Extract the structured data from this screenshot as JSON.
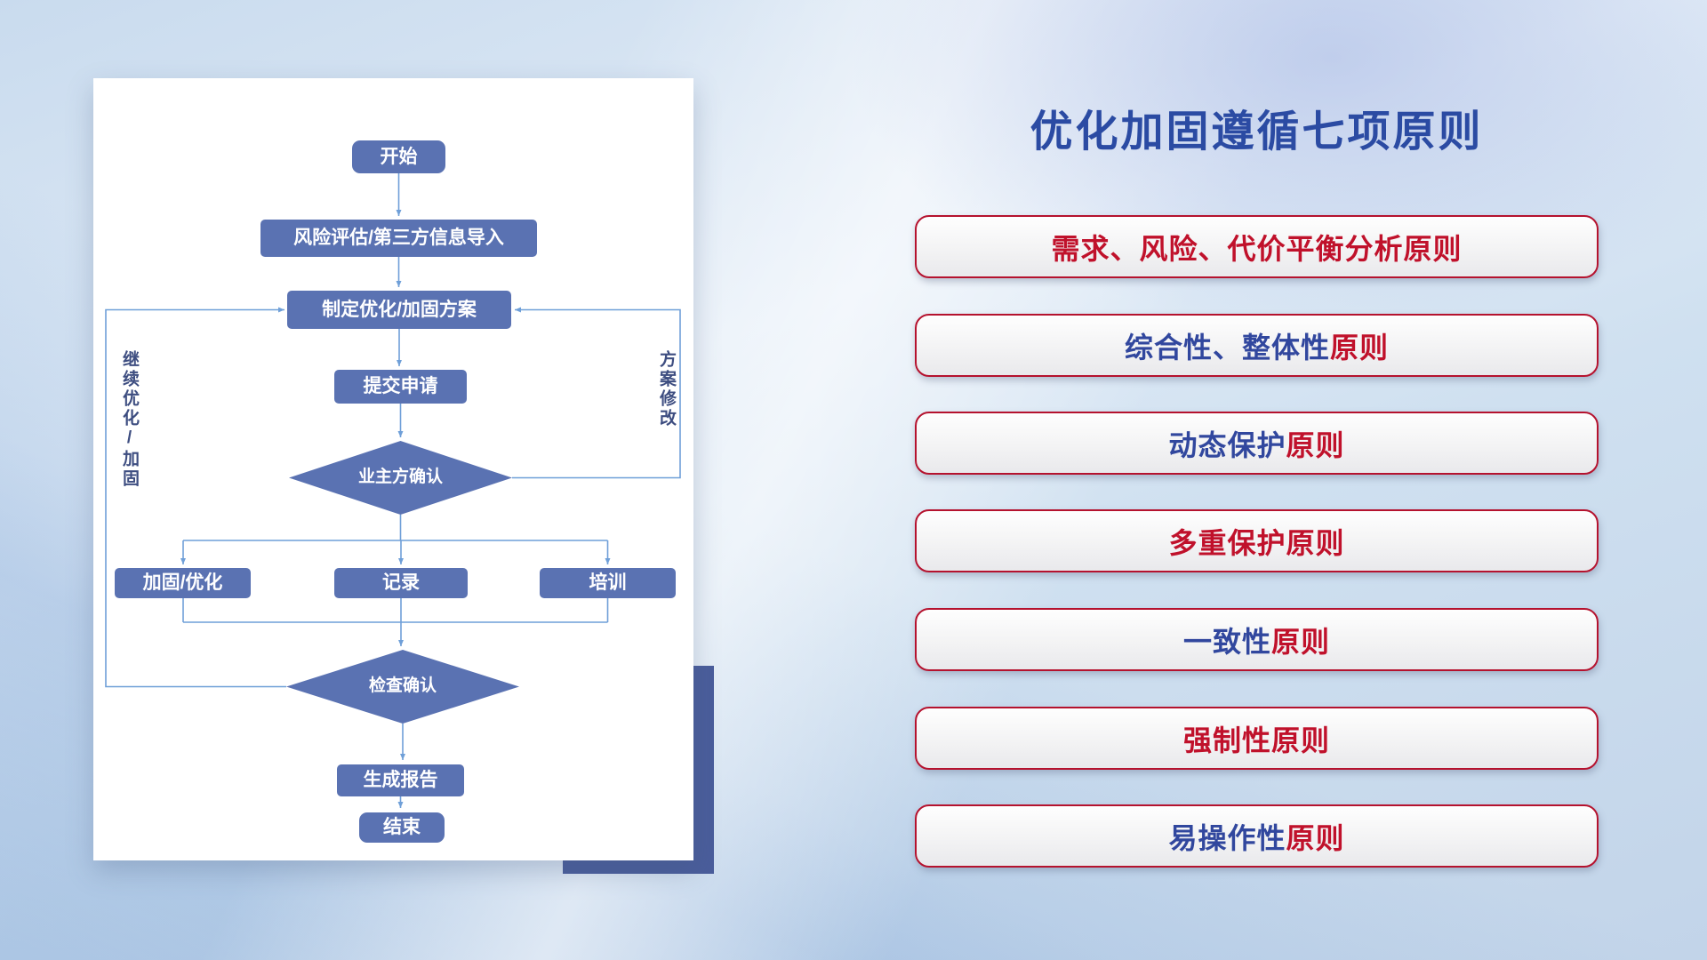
{
  "slide": {
    "title": "优化加固遵循七项原则"
  },
  "colors": {
    "title_blue": "#2b4ba3",
    "p_red": "#c0112b",
    "p_blue": "#31479e",
    "node_fill": "#5a72b2",
    "node_text": "#ffffff",
    "line": "#6f9fd8",
    "accent": "#4a5d9b",
    "loop_label": "#3d4d80",
    "box_border": "#b5122e"
  },
  "flowchart": {
    "nodes": {
      "start": "开始",
      "risk_import": "风险评估/第三方信息导入",
      "plan": "制定优化/加固方案",
      "submit": "提交申请",
      "owner_confirm": "业主方确认",
      "harden": "加固/优化",
      "record": "记录",
      "train": "培训",
      "check_confirm": "检查确认",
      "report": "生成报告",
      "end": "结束"
    },
    "loop_labels": {
      "continue": "继续优化/加固",
      "revise": "方案修改"
    }
  },
  "principles": {
    "items": [
      {
        "blue": "",
        "red": "需求、风险、代价平衡分析原则"
      },
      {
        "blue": "综合性、整体性",
        "red": "原则"
      },
      {
        "blue": "动态保护",
        "red": "原则"
      },
      {
        "blue": "",
        "red": "多重保护原则"
      },
      {
        "blue": "一致性",
        "red": "原则"
      },
      {
        "blue": "",
        "red": "强制性原则"
      },
      {
        "blue": "易操作性",
        "red": "原则"
      }
    ]
  }
}
